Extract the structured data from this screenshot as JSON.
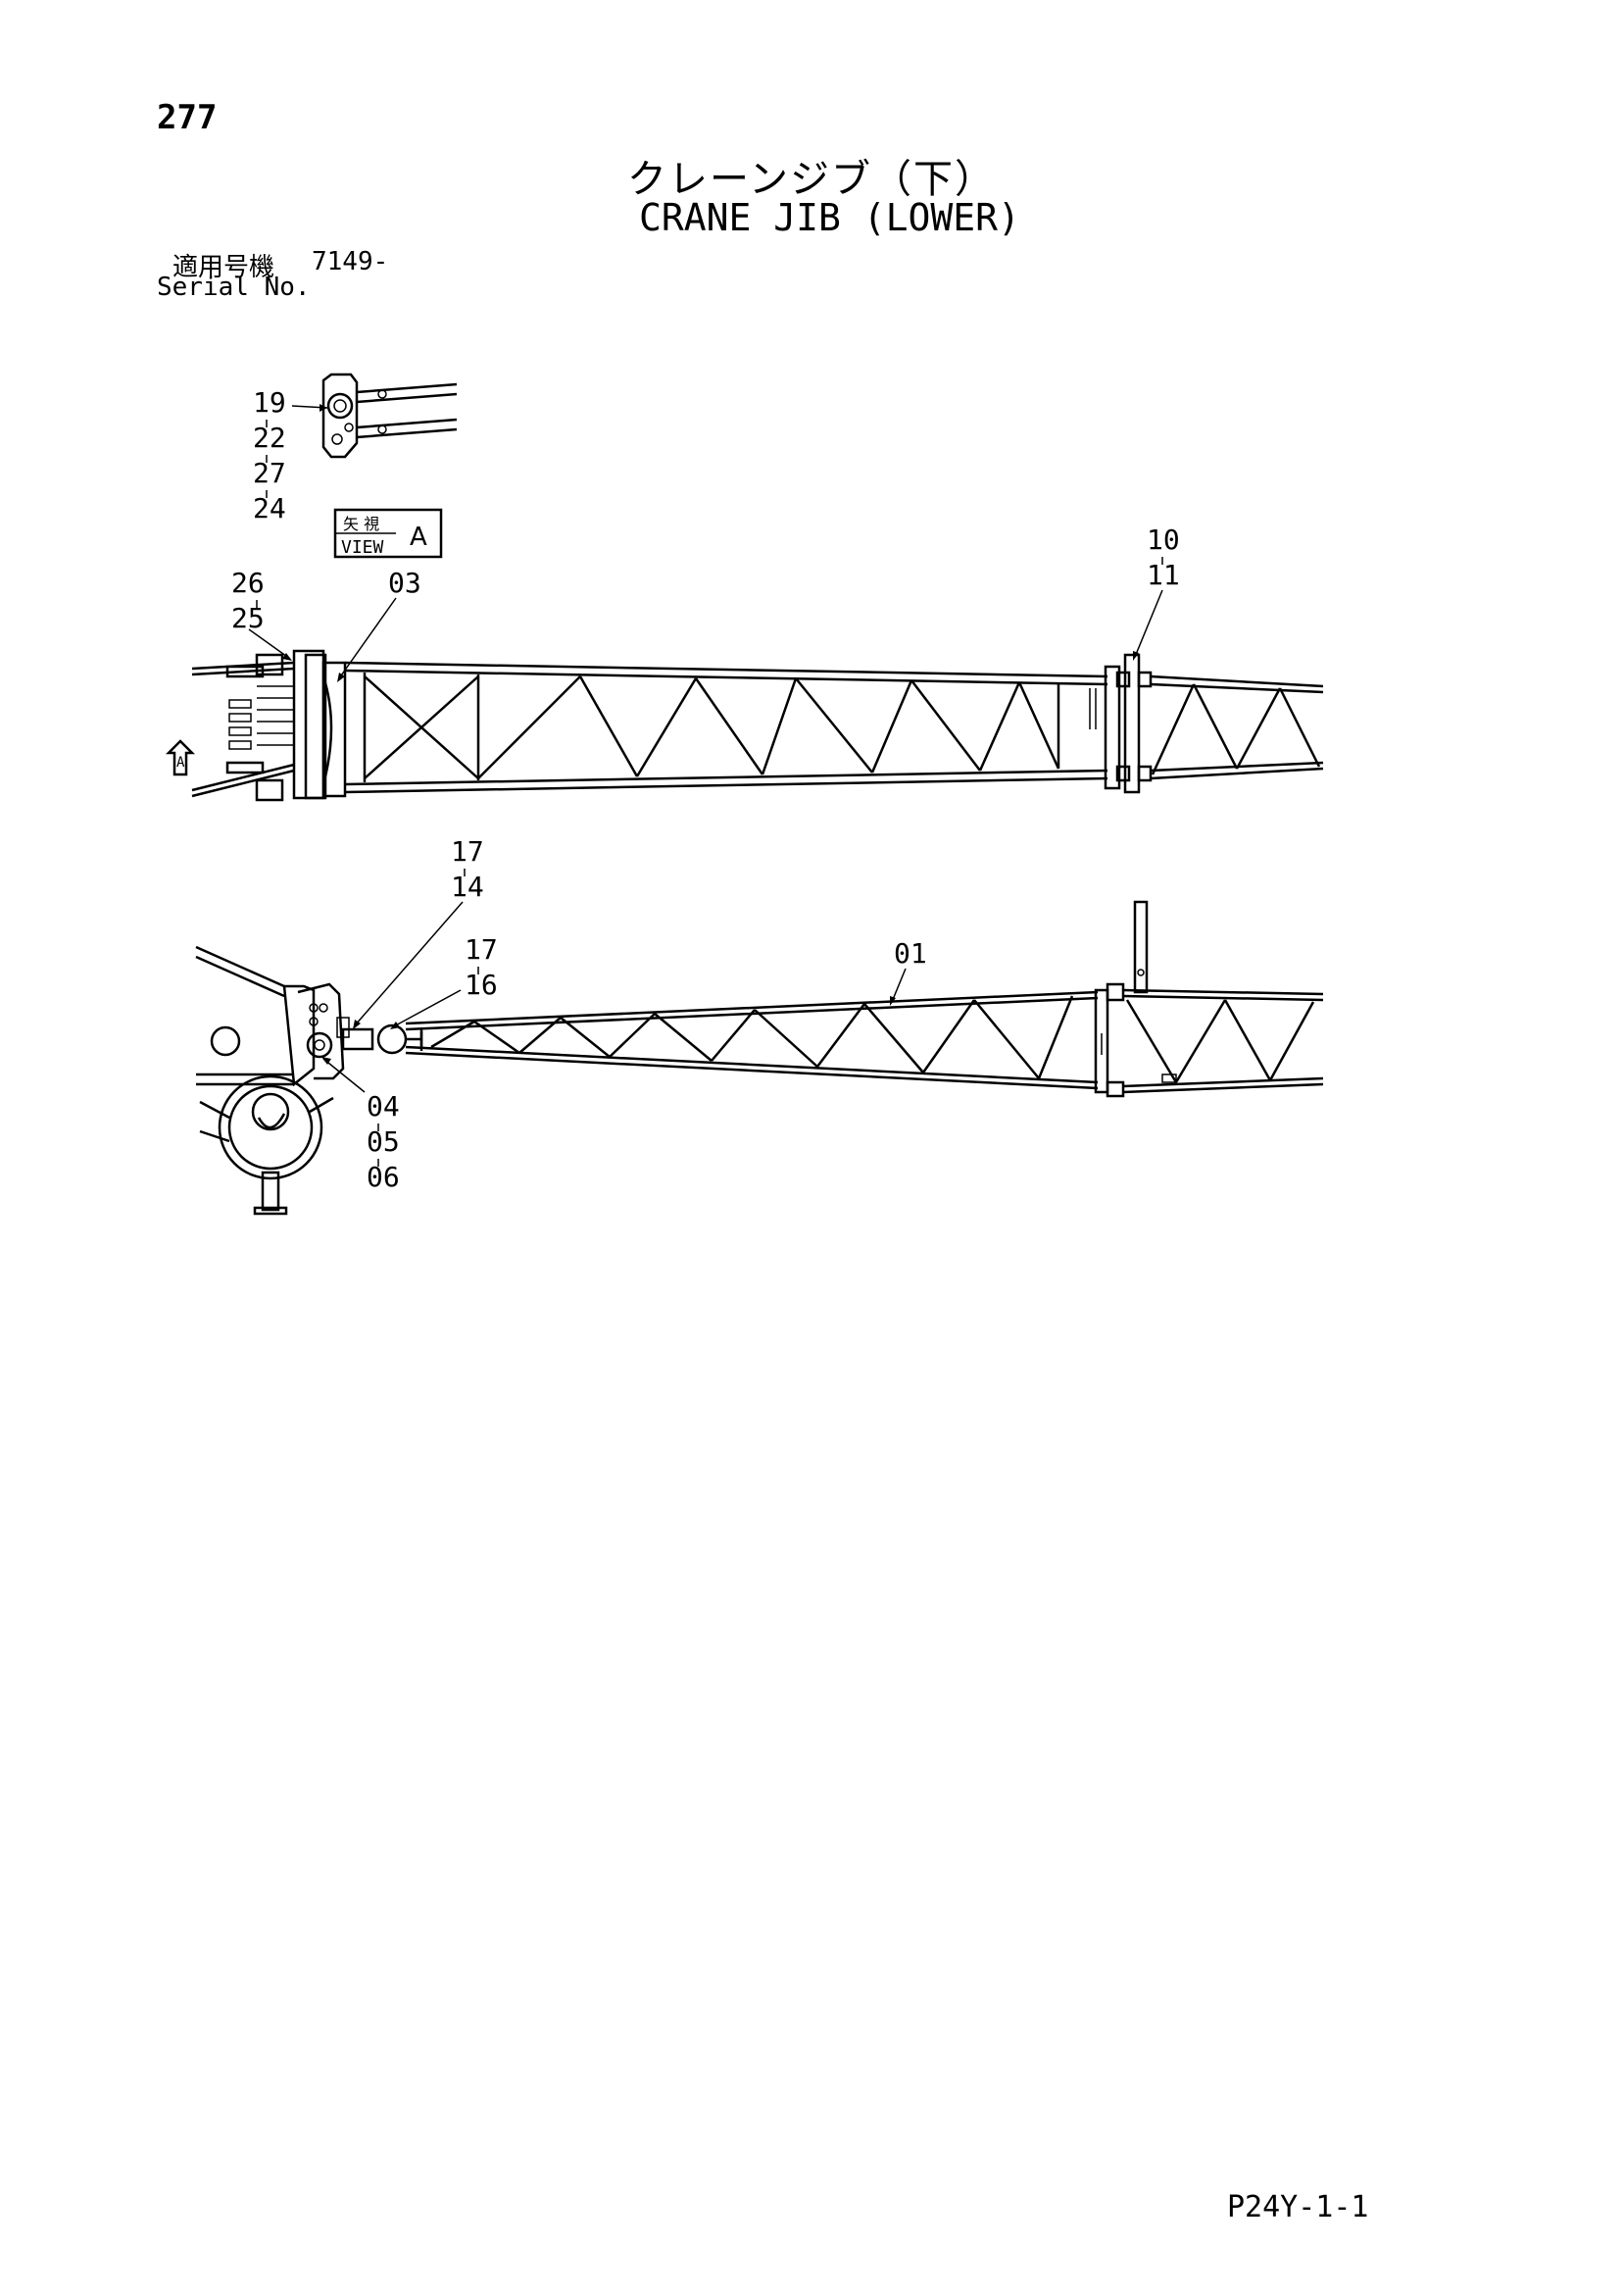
{
  "header": {
    "page_number": "277",
    "title_jp": "クレーンジブ（下）",
    "title_en": "CRANE JIB (LOWER)",
    "serial_label_jp": "適用号機",
    "serial_value": "7149-",
    "serial_label_en": "Serial No."
  },
  "view_label": {
    "jp": "矢 視",
    "en": "VIEW",
    "letter": "A"
  },
  "callouts_top": {
    "c19": "19",
    "c22": "22",
    "c27": "27",
    "c24": "24",
    "c26": "26",
    "c25": "25",
    "c03": "03",
    "c10": "10",
    "c11": "11"
  },
  "callouts_bottom": {
    "c17a": "17",
    "c14": "14",
    "c17b": "17",
    "c16": "16",
    "c01": "01",
    "c04": "04",
    "c05": "05",
    "c06": "06"
  },
  "arrow_marker": "A",
  "footer": {
    "page_code": "P24Y-1-1"
  }
}
